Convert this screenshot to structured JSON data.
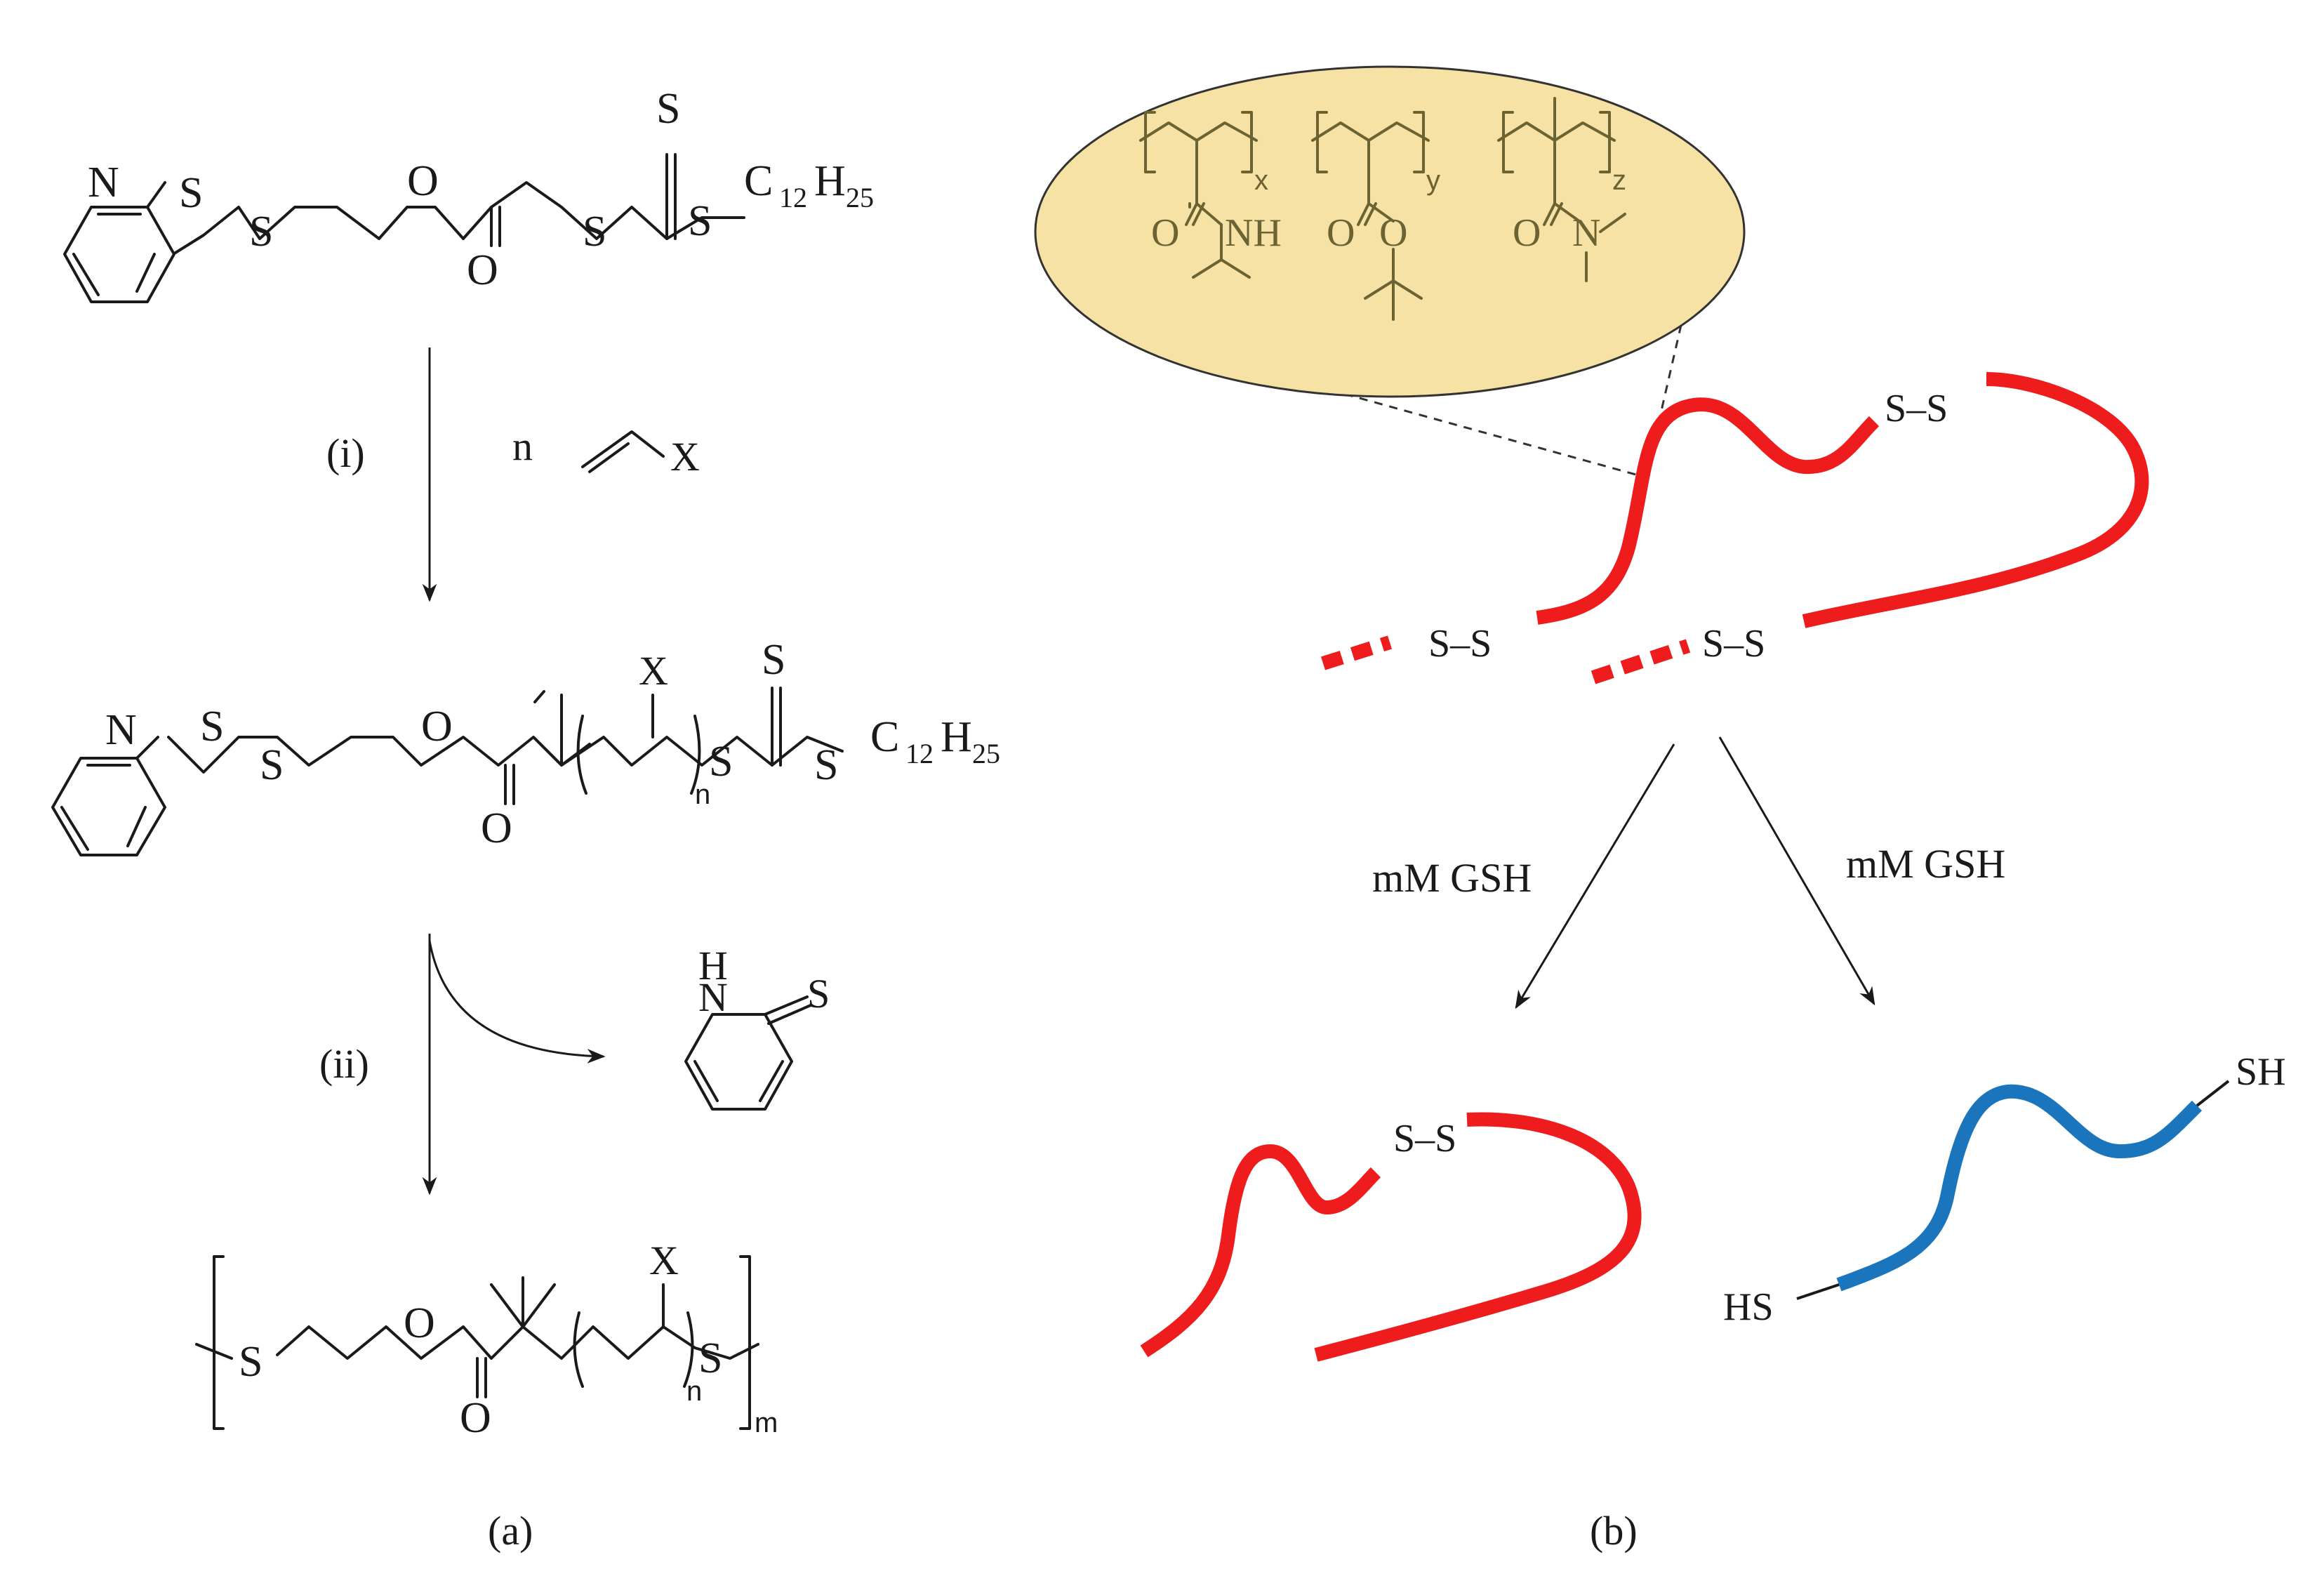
{
  "panel_a": {
    "caption": "(a)",
    "start_atoms": {
      "N": "N",
      "S1": "S",
      "S2": "S",
      "O1": "O",
      "O2": "O",
      "S3": "S",
      "S4": "S",
      "S5": "S",
      "C": "C",
      "c_sub": "12",
      "H": "H",
      "h_sub": "25"
    },
    "step_i": {
      "label": "(i)",
      "reagent_n": "n",
      "reagent_x": "X"
    },
    "mid_atoms": {
      "N": "N",
      "S1": "S",
      "S2": "S",
      "O1": "O",
      "O2": "O",
      "X": "X",
      "n": "n",
      "S3": "S",
      "S4": "S",
      "S5": "S",
      "C": "C",
      "c_sub": "12",
      "H": "H",
      "h_sub": "25"
    },
    "step_ii": {
      "label": "(ii)"
    },
    "byproduct": {
      "H": "H",
      "N": "N",
      "S": "S"
    },
    "polymer_atoms": {
      "S1": "S",
      "O1": "O",
      "O2": "O",
      "X": "X",
      "n": "n",
      "S2": "S",
      "m": "m"
    }
  },
  "panel_b": {
    "caption": "(b)",
    "inset": {
      "x": "x",
      "y": "y",
      "z": "z",
      "amide_O": "O",
      "amide_NH": "NH",
      "ester_O1": "O",
      "ester_O2": "O",
      "dma_O": "O",
      "dma_N": "N"
    },
    "disulfide_top": "S–S",
    "disulfide_left": "S–S",
    "disulfide_right": "S–S",
    "arrow_left_label": "mM GSH",
    "arrow_right_label": "mM GSH",
    "product_left_disulfide": "S–S",
    "product_right_sh": "SH",
    "product_right_hs": "HS",
    "colors": {
      "intact_chain": "#ee1c1c",
      "cleaved_chain": "#1b75bc",
      "inset_fill": "#f6e2a5"
    }
  }
}
